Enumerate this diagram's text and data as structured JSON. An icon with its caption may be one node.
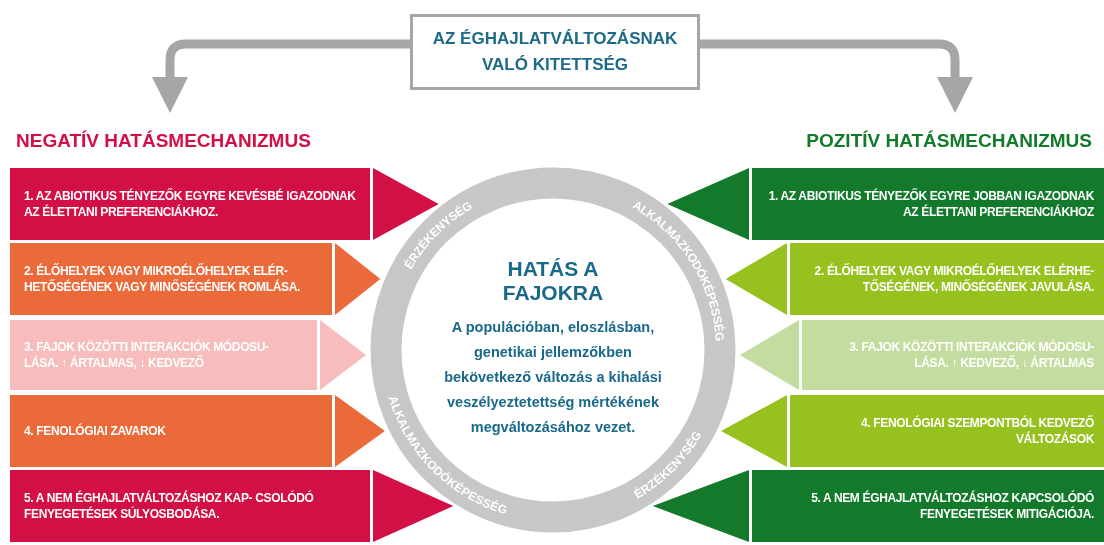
{
  "diagram": {
    "nodes": [
      {
        "text": [
          "AZ ÉGHAJLATVÁLTOZÁSNAK VALÓ KITETTSÉG"
        ]
      },
      {
        "text": [
          "NEGATÍV HATÁSMECHANIZMUS"
        ]
      },
      {
        "text": [
          "POZITÍV HATÁSMECHANIZMUS"
        ]
      },
      {
        "text": [
          "1. AZ ABIOTIKUS TÉNYEZŐK EGYRE KEVÉSBÉ IGAZODNAK AZ ÉLETTANI PREFERENCIÁKHOZ."
        ]
      },
      {
        "text": [
          "2. ÉLŐHELYEK VAGY MIKROÉLŐHELYEK ELÉR- HETŐSÉGÉNEK VAGY MINŐSÉGÉNEK ROMLÁSA."
        ]
      },
      {
        "text": [
          "3. FAJOK KÖZÖTTI INTERAKCIÓK MÓDOSU- LÁSA. ↑ ÁRTALMAS, ↓ KEDVEZŐ"
        ]
      },
      {
        "text": [
          "4. FENOLÓGIAI ZAVAROK"
        ]
      },
      {
        "text": [
          "5. A NEM ÉGHAJLATVÁLTOZÁSHOZ KAP- CSOLÓDÓ FENYEGETÉSEK SÚLYOSBODÁSA."
        ]
      },
      {
        "text": [
          "1. AZ ABIOTIKUS TÉNYEZŐK EGYRE JOBBAN IGAZODNAK AZ ÉLETTANI PREFERENCIÁKHOZ"
        ]
      },
      {
        "text": [
          "2. ÉLŐHELYEK VAGY MIKROÉLŐHELYEK ELÉRHE- TŐSÉGÉNEK, MINŐSÉGÉNEK JAVULÁSA."
        ]
      },
      {
        "text": [
          "3. FAJOK KÖZÖTTI INTERAKCIÓK MÓDOSU- LÁSA. ↑ KEDVEZŐ, ↓ ÁRTALMAS"
        ]
      },
      {
        "text": [
          "4. FENOLÓGIAI SZEMPONTBÓL KEDVEZŐ VÁLTOZÁSOK"
        ]
      },
      {
        "text": [
          "5. A NEM ÉGHAJLATVÁLTOZÁSHOZ KAPCSOLÓDÓ FENYEGETÉSEK MITIGÁCIÓJA."
        ]
      },
      {
        "text": [
          "HATÁS A FAJOKRA",
          "A populációban, eloszlásban, genetikai jellemzőkben bekövetkező változás a kihalási veszélyeztetettség mértékének megváltozásához vezet."
        ]
      }
    ],
    "edges": [
      {
        "from": 0,
        "to": 1,
        "arrow": "to"
      },
      {
        "from": 0,
        "to": 2,
        "arrow": "to"
      },
      {
        "from": 3,
        "to": 13,
        "arrow": "to",
        "color": "#d31045"
      },
      {
        "from": 4,
        "to": 13,
        "arrow": "to",
        "color": "#ea6a3a"
      },
      {
        "from": 5,
        "to": 13,
        "arrow": "to",
        "color": "#f7bcbc"
      },
      {
        "from": 6,
        "to": 13,
        "arrow": "to",
        "color": "#ea6a3a"
      },
      {
        "from": 7,
        "to": 13,
        "arrow": "to",
        "color": "#d31045"
      },
      {
        "from": 8,
        "to": 13,
        "arrow": "to",
        "color": "#127a2a"
      },
      {
        "from": 9,
        "to": 13,
        "arrow": "to",
        "color": "#97c11f"
      },
      {
        "from": 10,
        "to": 13,
        "arrow": "to",
        "color": "#c5dca0"
      },
      {
        "from": 11,
        "to": 13,
        "arrow": "to",
        "color": "#97c11f"
      },
      {
        "from": 12,
        "to": 13,
        "arrow": "to",
        "color": "#127a2a"
      }
    ],
    "labels": [
      "ÉRZÉKENYSÉG",
      "ALKALMAZKODÓKÉPESSÉG",
      "ALKALMAZKODÓKÉPESSÉG",
      "ÉRZÉKENYSÉG"
    ]
  }
}
